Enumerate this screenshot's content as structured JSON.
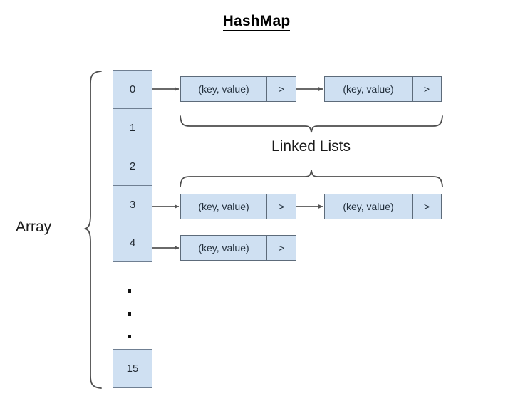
{
  "diagram": {
    "title": "HashMap",
    "labels": {
      "array": "Array",
      "linked_lists": "Linked Lists"
    },
    "colors": {
      "node_fill": "#cfe0f2",
      "node_border": "#5d6b7a",
      "array_fill": "#cfe0f2",
      "array_border": "#6f7f92",
      "arrow": "#555555",
      "brace": "#4d4d4d",
      "text": "#1a1a1a"
    },
    "array": {
      "buckets": [
        {
          "index": "0"
        },
        {
          "index": "1"
        },
        {
          "index": "2"
        },
        {
          "index": "3"
        },
        {
          "index": "4"
        }
      ],
      "ellipsis_dot_count": 3,
      "last_bucket": {
        "index": "15"
      }
    },
    "chains": [
      {
        "bucket": "0",
        "nodes": [
          {
            "key_value": "(key, value)",
            "next": ">"
          },
          {
            "key_value": "(key, value)",
            "next": ">"
          }
        ]
      },
      {
        "bucket": "3",
        "nodes": [
          {
            "key_value": "(key, value)",
            "next": ">"
          },
          {
            "key_value": "(key, value)",
            "next": ">"
          }
        ]
      },
      {
        "bucket": "4",
        "nodes": [
          {
            "key_value": "(key, value)",
            "next": ">"
          }
        ]
      }
    ]
  }
}
